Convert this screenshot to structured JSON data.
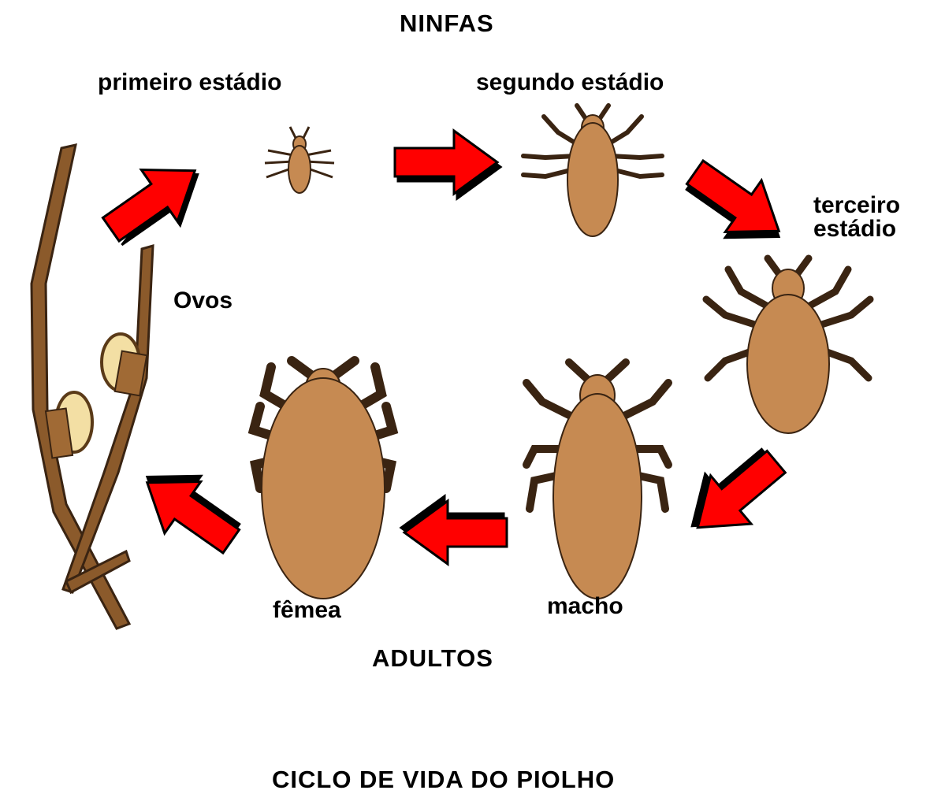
{
  "title": "CICLO DE VIDA DO PIOLHO",
  "groups": {
    "nymphs": "NINFAS",
    "adults": "ADULTOS"
  },
  "stages": {
    "eggs": "Ovos",
    "first": "primeiro estádio",
    "second": "segundo estádio",
    "third_line1": "terceiro",
    "third_line2": "estádio",
    "male": "macho",
    "female": "fêmea"
  },
  "colors": {
    "louse": "#c68a52",
    "louse_outline": "#3a2412",
    "arrow": "#ff0000",
    "arrow_shadow": "#000000",
    "hair": "#8b5a2b",
    "egg": "#f3dfa4"
  }
}
